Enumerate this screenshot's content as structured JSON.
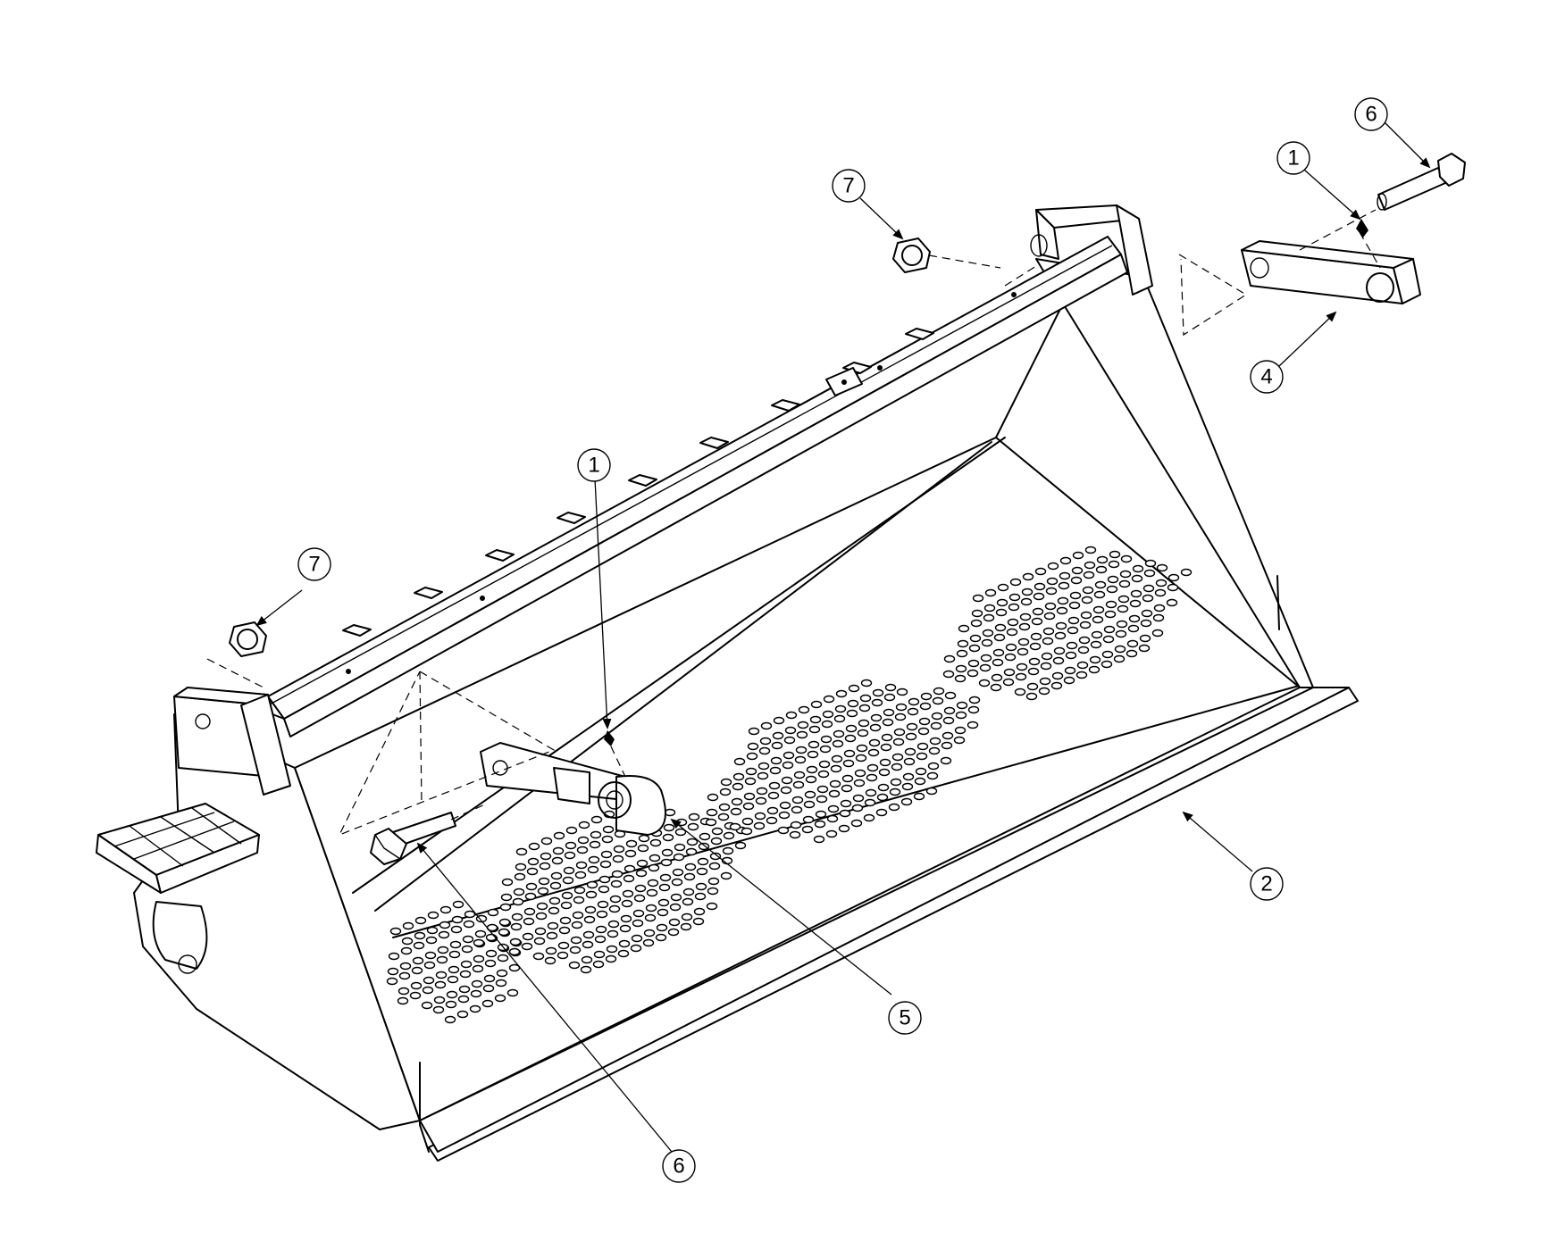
{
  "callouts": [
    {
      "id": "c6-top",
      "label": "6"
    },
    {
      "id": "c1-top",
      "label": "1"
    },
    {
      "id": "c7-top",
      "label": "7"
    },
    {
      "id": "c4",
      "label": "4"
    },
    {
      "id": "c1-mid",
      "label": "1"
    },
    {
      "id": "c7-left",
      "label": "7"
    },
    {
      "id": "c2",
      "label": "2"
    },
    {
      "id": "c5",
      "label": "5"
    },
    {
      "id": "c6-bottom",
      "label": "6"
    }
  ],
  "colors": {
    "line": "#000000",
    "background": "#ffffff"
  }
}
